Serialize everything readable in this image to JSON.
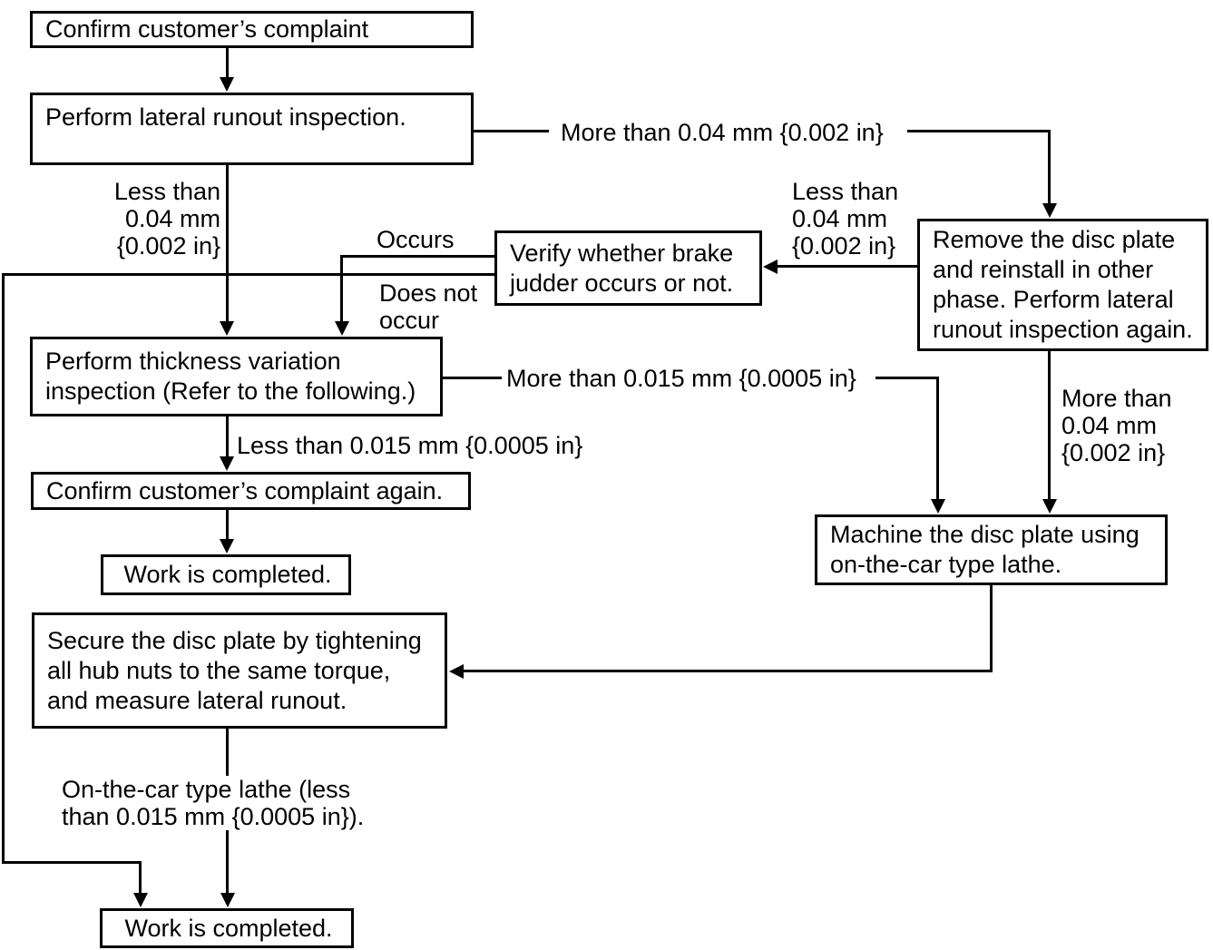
{
  "colors": {
    "line": "#000000",
    "background": "#ffffff"
  },
  "nodes": {
    "confirm_complaint": "Confirm customer’s complaint",
    "lateral_runout_inspection": "Perform lateral runout inspection.",
    "remove_reinstall": "Remove the disc plate\nand reinstall in other\nphase. Perform lateral\nrunout inspection again.",
    "verify_judder": "Verify whether brake\njudder occurs or not.",
    "thickness_inspection": "Perform thickness variation\ninspection (Refer to the following.)",
    "confirm_again": "Confirm customer’s complaint again.",
    "work_completed_top": "Work is completed.",
    "machine_disc": "Machine the disc plate using\non-the-car type lathe.",
    "secure_disc": "Secure the disc plate by tightening\nall hub nuts to the same torque,\nand measure lateral runout.",
    "work_completed_bottom": "Work is completed."
  },
  "labels": {
    "less_than_004_left": "Less than\n0.04 mm\n{0.002 in}",
    "more_than_004_top": "More than 0.04 mm {0.002 in}",
    "less_than_004_right": "Less than\n0.04 mm\n{0.002 in}",
    "occurs": "Occurs",
    "does_not_occur": "Does not\noccur",
    "more_than_0015": "More than 0.015 mm {0.0005 in}",
    "less_than_0015": "Less than 0.015 mm {0.0005 in}",
    "more_than_004_vertical": "More than\n0.04 mm\n{0.002 in}",
    "on_the_car_lathe": "On-the-car type lathe (less\nthan 0.015 mm {0.0005 in})."
  }
}
